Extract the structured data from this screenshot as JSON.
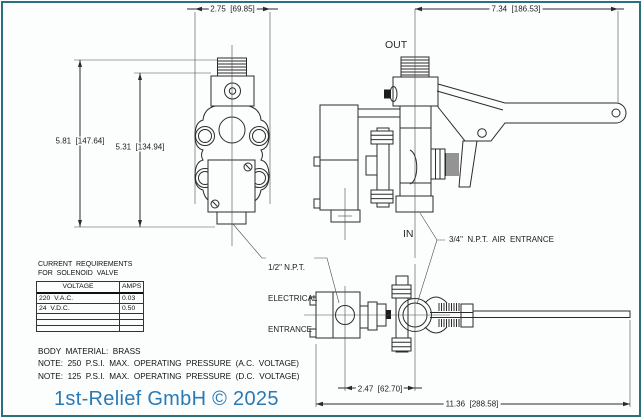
{
  "front_view": {
    "dim_width": "2.75  [69.85]",
    "dim_height_total": "5.81  [147.64]",
    "dim_height_body": "5.31  [134.94]"
  },
  "side_view": {
    "dim_lever_reach": "7.34  [186.53]",
    "out_label": "OUT",
    "in_label": "IN"
  },
  "bottom_view": {
    "dim_solenoid_center": "2.47  [62.70]",
    "dim_overall_length": "11.36  [288.58]"
  },
  "callouts": {
    "electrical_entrance_line1": "1/2\" N.P.T.",
    "electrical_entrance_line2": "ELECTRICAL",
    "electrical_entrance_line3": "ENTRANCE",
    "air_entrance": "3/4\"  N.P.T.  AIR  ENTRANCE"
  },
  "current_requirements_table": {
    "title_line1": "CURRENT  REQUIREMENTS",
    "title_line2": "FOR  SOLENOID  VALVE",
    "headers": [
      "VOLTAGE",
      "AMPS"
    ],
    "rows": [
      [
        "220  V.A.C.",
        "0.03"
      ],
      [
        "24  V.D.C.",
        "0.50"
      ],
      [
        "",
        ""
      ],
      [
        "",
        ""
      ],
      [
        "",
        ""
      ]
    ]
  },
  "notes": {
    "body_material": "BODY  MATERIAL:  BRASS",
    "note_ac": "NOTE:  250  P.S.I.  MAX.  OPERATING  PRESSURE  (A.C.  VOLTAGE)",
    "note_dc": "NOTE:  125  P.S.I.  MAX.  OPERATING  PRESSURE  (D.C.  VOLTAGE)"
  },
  "watermark": {
    "text": "1st-Relief GmbH © 2025",
    "color": "#2a7ab5"
  },
  "colors": {
    "frame_border": "#2c6f80",
    "line": "#2b2b2b",
    "background": "#fcfdfd"
  }
}
